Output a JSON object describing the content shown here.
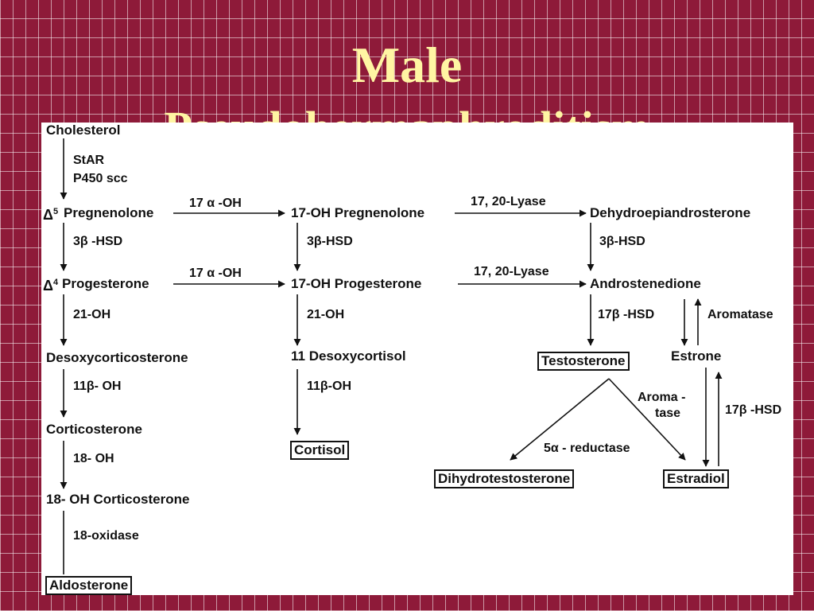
{
  "title": "Male",
  "subtitle": "Pseudohermaphroditism",
  "nodes": {
    "cholesterol": "Cholesterol",
    "pregnenolone": "Pregnenolone",
    "delta5": "5",
    "oh17_pregnenolone": "17-OH Pregnenolone",
    "dhea": "Dehydroepiandrosterone",
    "progesterone": "Progesterone",
    "delta4": "4",
    "oh17_progesterone": "17-OH Progesterone",
    "androstenedione": "Androstenedione",
    "desoxycorticosterone": "Desoxycorticosterone",
    "desoxycortisol": "11 Desoxycortisol",
    "testosterone": "Testosterone",
    "estrone": "Estrone",
    "corticosterone": "Corticosterone",
    "cortisol": "Cortisol",
    "dihydrotestosterone": "Dihydrotestosterone",
    "estradiol": "Estradiol",
    "oh18_corticosterone": "18- OH  Corticosterone",
    "aldosterone": "Aldosterone"
  },
  "enzymes": {
    "star": "StAR",
    "p450scc": "P450 scc",
    "oh17a_top": "17 α -OH",
    "lyase_top": "17, 20-Lyase",
    "hsd3b_left": "3β -HSD",
    "hsd3b_mid": "3β-HSD",
    "hsd3b_right": "3β-HSD",
    "oh17a_mid": "17 α -OH",
    "lyase_mid": "17, 20-Lyase",
    "oh21_left": "21-OH",
    "oh21_mid": "21-OH",
    "hsd17b_left": "17β -HSD",
    "aromatase_top": "Aromatase",
    "oh11b_left": "11β- OH",
    "oh11b_mid": "11β-OH",
    "aromatase_split_1": "Aroma -",
    "aromatase_split_2": "tase",
    "hsd17b_right": "17β -HSD",
    "reductase": "5α - reductase",
    "oh18": "18- OH",
    "oxidase18": "18-oxidase"
  },
  "colors": {
    "background": "#8e1a39",
    "title": "#fff5a3",
    "panel": "#ffffff",
    "ink": "#111111"
  }
}
